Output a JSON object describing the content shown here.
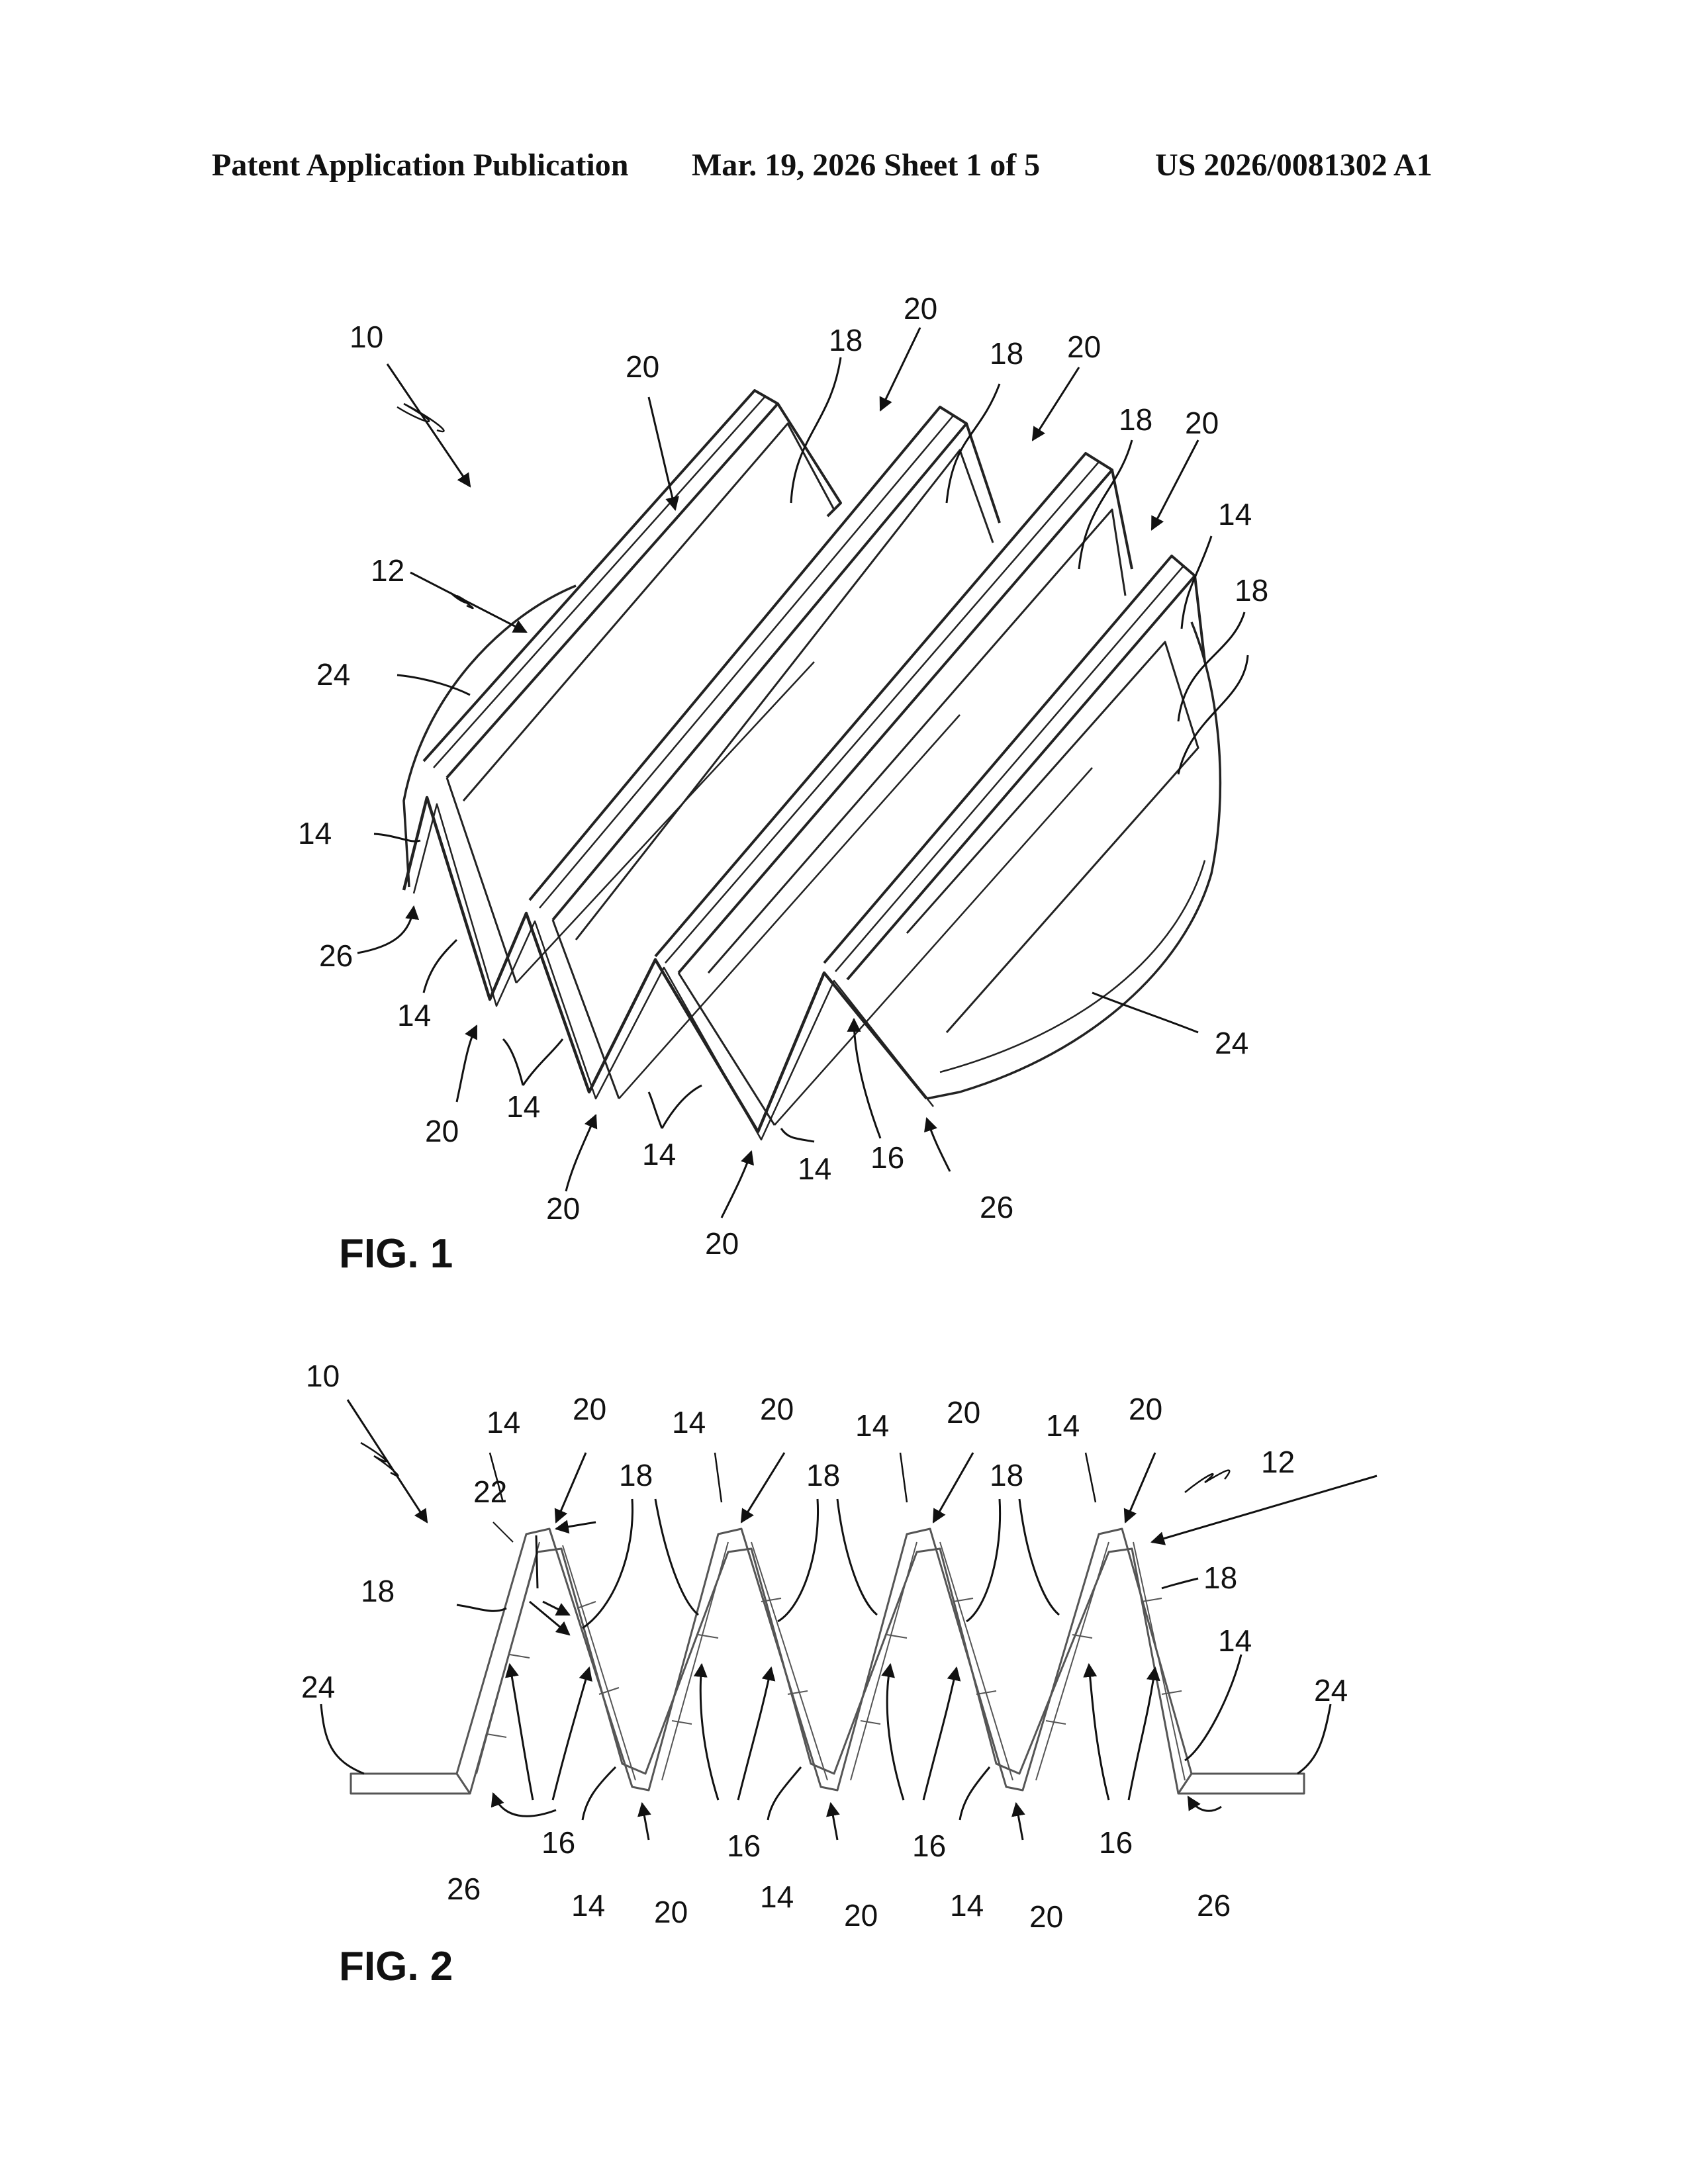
{
  "header": {
    "left": "Patent Application Publication",
    "middle": "Mar. 19, 2026  Sheet 1 of 5",
    "right": "US 2026/0081302 A1"
  },
  "figure1": {
    "caption": "FIG. 1",
    "labels": [
      "10",
      "20",
      "18",
      "20",
      "18",
      "20",
      "18",
      "20",
      "14",
      "18",
      "12",
      "24",
      "14",
      "26",
      "14",
      "20",
      "14",
      "20",
      "14",
      "20",
      "14",
      "16",
      "26",
      "24"
    ]
  },
  "figure2": {
    "caption": "FIG. 2",
    "labels": [
      "10",
      "14",
      "20",
      "14",
      "20",
      "14",
      "20",
      "14",
      "20",
      "12",
      "22",
      "18",
      "18",
      "18",
      "18",
      "18",
      "24",
      "24",
      "14",
      "16",
      "16",
      "16",
      "16",
      "26",
      "14",
      "20",
      "14",
      "20",
      "14",
      "20",
      "26"
    ]
  }
}
